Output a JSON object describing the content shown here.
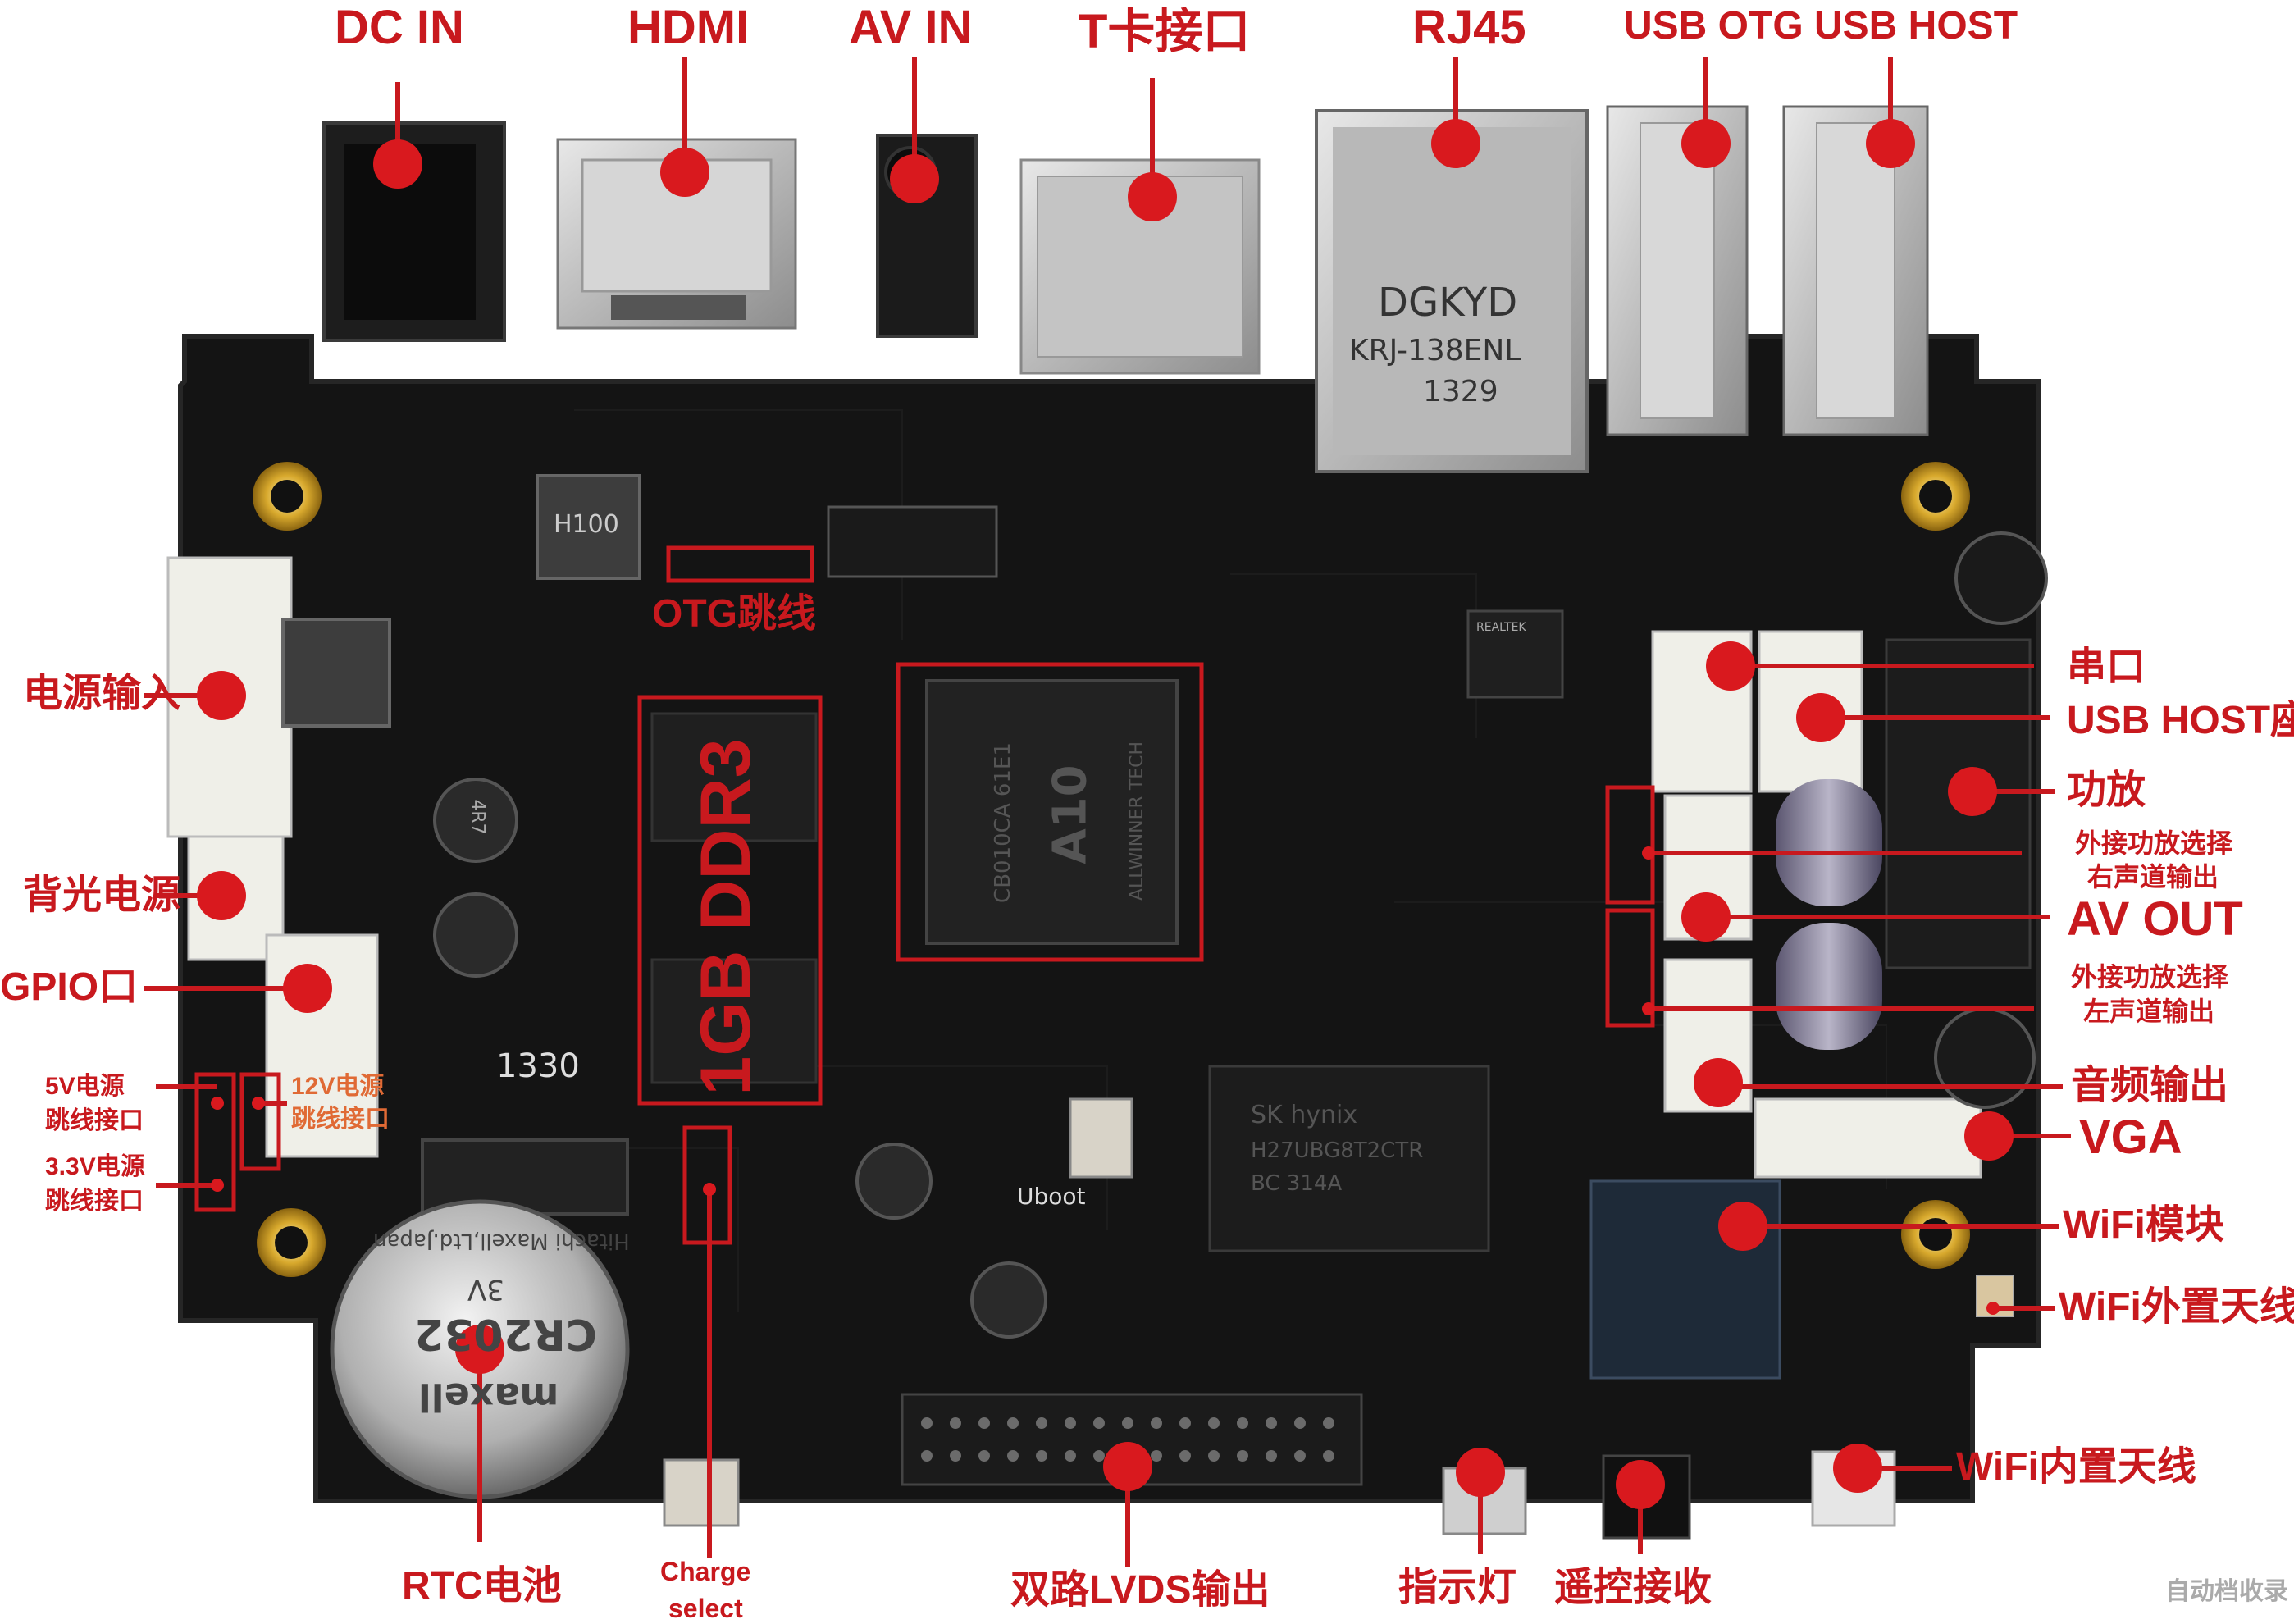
{
  "labels": {
    "dc_in": "DC IN",
    "hdmi": "HDMI",
    "av_in": "AV  IN",
    "tf_slot": "T卡接口",
    "rj45": "RJ45",
    "usb_otg": "USB OTG",
    "usb_host": "USB HOST",
    "power_input": "电源输入",
    "backlight_power": "背光电源",
    "gpio": "GPIO口",
    "jumper_5v_line1": "5V电源",
    "jumper_5v_line2": "跳线接口",
    "jumper_33v_line1": "3.3V电源",
    "jumper_33v_line2": "跳线接口",
    "jumper_12v_line1": "12V电源",
    "jumper_12v_line2": "跳线接口",
    "otg_jumper": "OTG跳线",
    "ddr": "1GB DDR3",
    "serial": "串口",
    "usb_host_socket": "USB HOST座",
    "amplifier": "功放",
    "ext_amp_right_line1": "外接功放选择",
    "ext_amp_right_line2": "右声道输出",
    "av_out": "AV  OUT",
    "ext_amp_left_line1": "外接功放选择",
    "ext_amp_left_line2": "左声道输出",
    "audio_out": "音频输出",
    "vga": "VGA",
    "wifi_module": "WiFi模块",
    "wifi_ext_antenna": "WiFi外置天线",
    "wifi_int_antenna": "WiFi内置天线",
    "rtc_battery": "RTC电池",
    "charge_select_line1": "Charge",
    "charge_select_line2": "select",
    "dual_lvds": "双路LVDS输出",
    "indicator": "指示灯",
    "ir_receiver": "遥控接收"
  },
  "board_text": {
    "rj45_brand": "DGKYD",
    "rj45_model": "KRJ-138ENL",
    "rj45_date": "1329",
    "soc_name": "A10",
    "soc_code": "CB010CA 61E1",
    "soc_maker": "ALLWINNER TECH",
    "nand_brand": "SK hynix",
    "nand_code": "H27UBG8T2CTR",
    "nand_code2": "BC    314A",
    "battery_brand": "maxell",
    "battery_model": "CR2032",
    "battery_voltage": "3V",
    "battery_maker": "Hitachi Maxell,Ltd.Japan",
    "uboot": "Uboot",
    "inductor": "H100",
    "board_mark": "1330",
    "realtek": "REALTEK",
    "choke": "4R7"
  },
  "watermark": "自动档收录",
  "colors": {
    "accent": "#c8191e",
    "pcb": "#141414",
    "pcb_edge": "#262626"
  }
}
